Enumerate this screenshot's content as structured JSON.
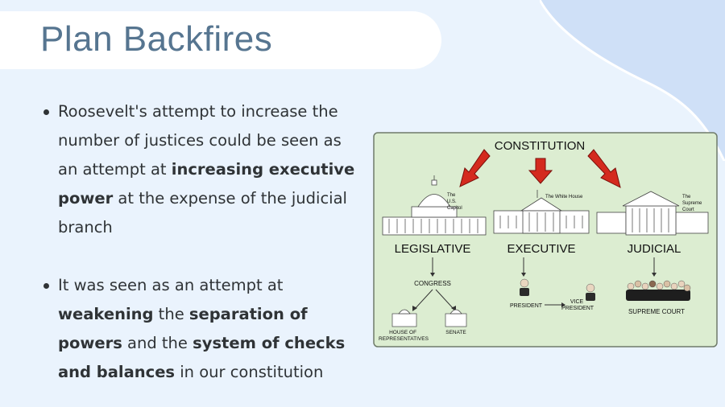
{
  "slide": {
    "title": "Plan Backfires",
    "bullets": [
      [
        {
          "text": "Roosevelt's attempt to increase the number of justices could be seen as an attempt at ",
          "bold": false
        },
        {
          "text": "increasing executive power",
          "bold": true
        },
        {
          "text": " at the expense of the judicial branch",
          "bold": false
        }
      ],
      [
        {
          "text": "It was seen as an attempt at ",
          "bold": false
        },
        {
          "text": "weakening",
          "bold": true
        },
        {
          "text": " the ",
          "bold": false
        },
        {
          "text": "separation of powers",
          "bold": true
        },
        {
          "text": " and the ",
          "bold": false
        },
        {
          "text": "system of checks and balances",
          "bold": true
        },
        {
          "text": " in our constitution",
          "bold": false
        }
      ]
    ]
  },
  "diagram": {
    "header": "CONSTITUTION",
    "capitol_caption": [
      "The",
      "U.S.",
      "Capitol"
    ],
    "whitehouse_caption": "The White House",
    "court_caption": [
      "The",
      "Supreme",
      "Court"
    ],
    "branches": [
      "LEGISLATIVE",
      "EXECUTIVE",
      "JUDICIAL"
    ],
    "congress": "CONGRESS",
    "house": [
      "HOUSE OF",
      "REPRESENTATIVES"
    ],
    "senate": "SENATE",
    "president": "PRESIDENT",
    "vice_president": [
      "VICE",
      "PRESIDENT"
    ],
    "supreme_court": "SUPREME COURT"
  },
  "colors": {
    "background": "#eaf3fd",
    "title": "#567590",
    "text": "#2f3336",
    "diagram_bg": "#dcedd1",
    "arrow_red": "#d42a1e",
    "accent_blue": "#cfe0f7"
  }
}
